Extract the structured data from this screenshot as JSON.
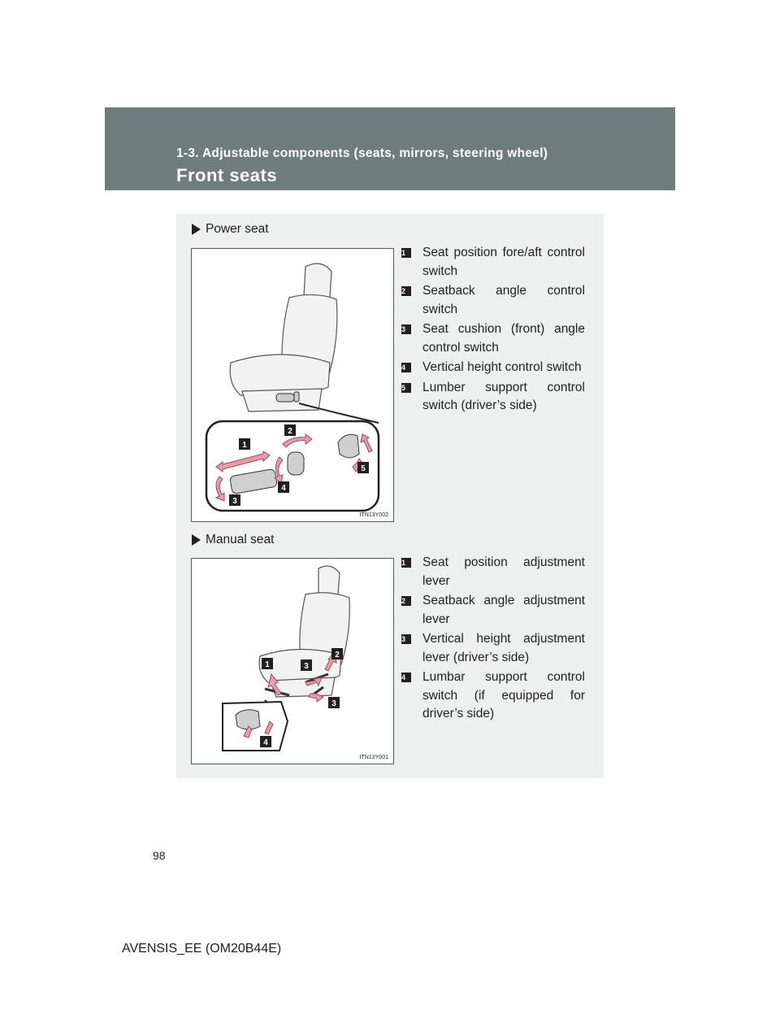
{
  "header": {
    "subtitle": "1-3. Adjustable components (seats, mirrors, steering wheel)",
    "title": "Front seats"
  },
  "power_seat": {
    "heading": "Power seat",
    "figure_code": "ITN13Y002",
    "items": [
      {
        "num": "1",
        "text": "Seat position fore/aft control switch"
      },
      {
        "num": "2",
        "text": "Seatback angle control switch"
      },
      {
        "num": "3",
        "text": "Seat cushion (front) angle control switch"
      },
      {
        "num": "4",
        "text": "Vertical height control switch"
      },
      {
        "num": "5",
        "text": "Lumber support control switch (driver’s side)"
      }
    ]
  },
  "manual_seat": {
    "heading": "Manual seat",
    "figure_code": "ITN13Y001",
    "items": [
      {
        "num": "1",
        "text": "Seat position adjustment lever"
      },
      {
        "num": "2",
        "text": "Seatback angle adjustment lever"
      },
      {
        "num": "3",
        "text": "Vertical height adjustment lever (driver’s side)"
      },
      {
        "num": "4",
        "text": "Lumbar support control switch (if equipped for driver’s side)"
      }
    ]
  },
  "page_number": "98",
  "footer": "AVENSIS_EE (OM20B44E)"
}
